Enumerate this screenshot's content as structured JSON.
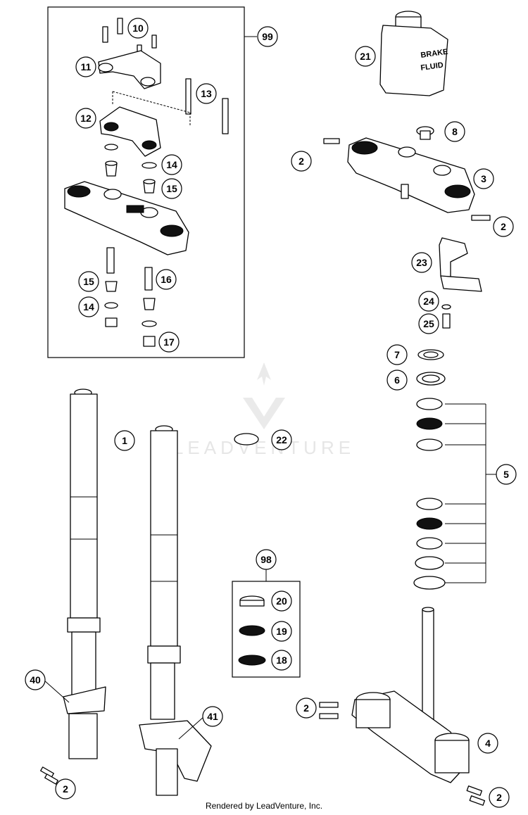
{
  "watermark": {
    "brand": "LEADVENTURE"
  },
  "footer": {
    "credit": "Rendered by LeadVenture, Inc."
  },
  "brake_fluid_can": {
    "line1": "BRAKE",
    "line2": "FLUID"
  },
  "callouts": [
    {
      "id": "c99",
      "label": "99"
    },
    {
      "id": "c10",
      "label": "10"
    },
    {
      "id": "c11",
      "label": "11"
    },
    {
      "id": "c13",
      "label": "13"
    },
    {
      "id": "c12",
      "label": "12"
    },
    {
      "id": "c14a",
      "label": "14"
    },
    {
      "id": "c15a",
      "label": "15"
    },
    {
      "id": "c15b",
      "label": "15"
    },
    {
      "id": "c16",
      "label": "16"
    },
    {
      "id": "c14b",
      "label": "14"
    },
    {
      "id": "c17",
      "label": "17"
    },
    {
      "id": "c21",
      "label": "21"
    },
    {
      "id": "c8",
      "label": "8"
    },
    {
      "id": "c2a",
      "label": "2"
    },
    {
      "id": "c3",
      "label": "3"
    },
    {
      "id": "c2b",
      "label": "2"
    },
    {
      "id": "c23",
      "label": "23"
    },
    {
      "id": "c24",
      "label": "24"
    },
    {
      "id": "c25",
      "label": "25"
    },
    {
      "id": "c7",
      "label": "7"
    },
    {
      "id": "c6",
      "label": "6"
    },
    {
      "id": "c1",
      "label": "1"
    },
    {
      "id": "c22",
      "label": "22"
    },
    {
      "id": "c5",
      "label": "5"
    },
    {
      "id": "c98",
      "label": "98"
    },
    {
      "id": "c20",
      "label": "20"
    },
    {
      "id": "c19",
      "label": "19"
    },
    {
      "id": "c18",
      "label": "18"
    },
    {
      "id": "c40",
      "label": "40"
    },
    {
      "id": "c41",
      "label": "41"
    },
    {
      "id": "c2c",
      "label": "2"
    },
    {
      "id": "c2d",
      "label": "2"
    },
    {
      "id": "c4",
      "label": "4"
    },
    {
      "id": "c2e",
      "label": "2"
    }
  ]
}
